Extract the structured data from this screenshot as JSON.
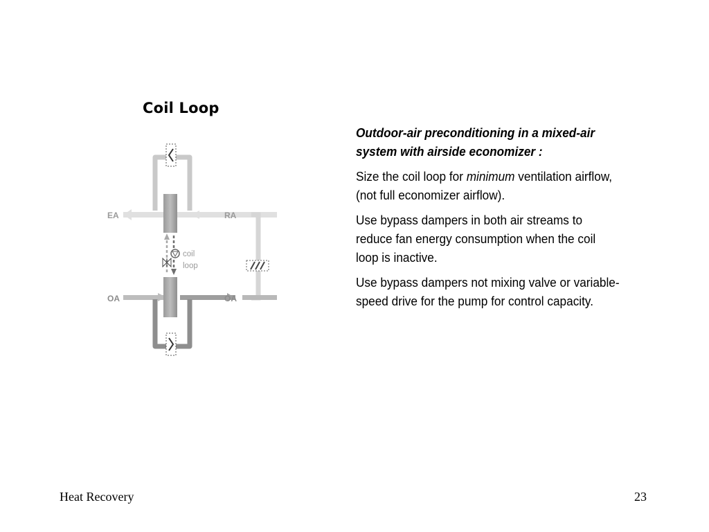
{
  "slide": {
    "title": "Coil Loop",
    "diagram": {
      "label_ea": "EA",
      "label_ra": "RA",
      "label_oa_left": "OA",
      "label_oa_right": "OA",
      "label_coil": "coil",
      "label_loop": "loop"
    },
    "body": {
      "lead": "Outdoor-air preconditioning in a mixed-air system with airside economizer :",
      "p1_before": "Size the coil loop for ",
      "p1_em": "minimum",
      "p1_after": " ventilation airflow, (not full economizer airflow).",
      "p2": "Use bypass dampers in both air streams to reduce fan energy consumption when the coil loop is inactive.",
      "p3": "Use bypass dampers not mixing valve or variable-speed drive for the pump for control capacity."
    }
  },
  "footer": {
    "title": "Heat Recovery",
    "page_number": "23"
  }
}
